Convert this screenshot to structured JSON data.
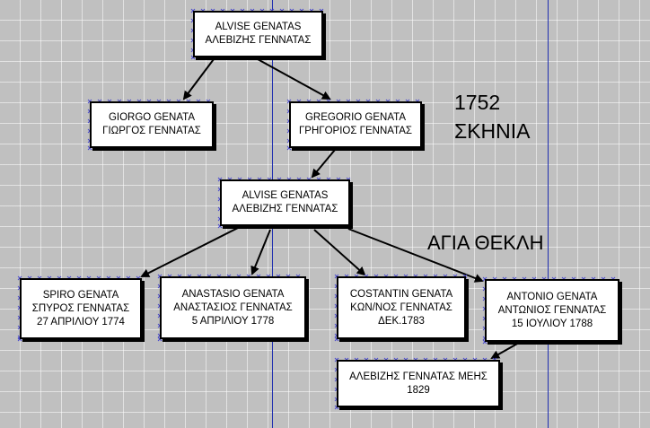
{
  "nodes": {
    "alvise_root": {
      "line1": "ALVISE GENATAS",
      "line2": "ΑΛΕΒΙΖΗΣ ΓΕΝΝΑΤΑΣ"
    },
    "giorgo": {
      "line1": "GIORGO GENATA",
      "line2": "ΓΙΩΡΓΟΣ ΓΕΝΝΑΤΑΣ"
    },
    "gregorio": {
      "line1": "GREGORIO GENATA",
      "line2": "ΓΡΗΓΟΡΙΟΣ ΓΕΝΝΑΤΑΣ"
    },
    "alvise_mid": {
      "line1": "ALVISE GENATAS",
      "line2": "ΑΛΕΒΙΖΗΣ ΓΕΝΝΑΤΑΣ"
    },
    "spiro": {
      "line1": "SPIRO GENATA",
      "line2": "ΣΠΥΡΟΣ ΓΕΝΝΑΤΑΣ",
      "line3": "27 ΑΠΡΙΛΙΟΥ 1774"
    },
    "anastasio": {
      "line1": "ANASTASIO GENATA",
      "line2": "ΑΝΑΣΤΑΣΙΟΣ ΓΕΝΝΑΤΑΣ",
      "line3": "5 ΑΠΡΙΛΙΟΥ 1778"
    },
    "costantin": {
      "line1": "COSTANTIN GENATA",
      "line2": "ΚΩΝ/ΝΟΣ ΓΕΝΝΑΤΑΣ",
      "line3": "ΔΕΚ.1783"
    },
    "antonio": {
      "line1": "ANTONIO GENATA",
      "line2": "ΑΝΤΩΝΙΟΣ ΓΕΝΝΑΤΑΣ",
      "line3": "15 ΙΟΥΛΙΟΥ 1788"
    },
    "alevizis_meis": {
      "line1": "ΑΛΕΒΙΖΗΣ ΓΕΝΝΑΤΑΣ ΜΕΗΣ",
      "line2": "1829"
    }
  },
  "labels": {
    "year": "1752",
    "place": "ΣΚΗΝΙΑ",
    "church": "ΑΓΙΑ ΘΕΚΛΗ"
  },
  "colors": {
    "background": "#c0c0c0",
    "grid": "#ffffff",
    "page_break": "#1f2fb0",
    "connector": "#000000",
    "handle": "#4a4acd"
  }
}
